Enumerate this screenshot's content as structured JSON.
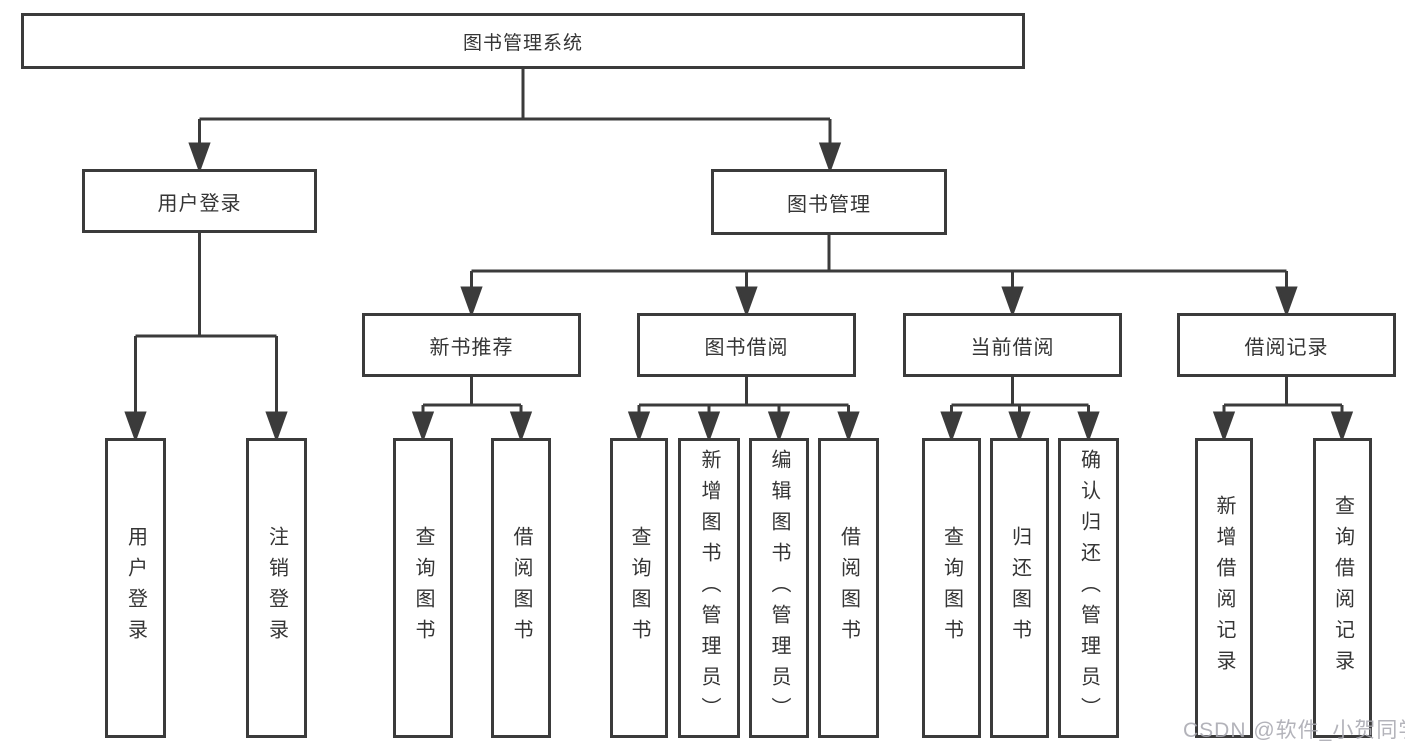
{
  "tree": {
    "label": "图书管理系统",
    "children": [
      {
        "label": "用户登录",
        "children": [
          {
            "label": "用户登录"
          },
          {
            "label": "注销登录"
          }
        ]
      },
      {
        "label": "图书管理",
        "children": [
          {
            "label": "新书推荐",
            "children": [
              {
                "label": "查询图书"
              },
              {
                "label": "借阅图书"
              }
            ]
          },
          {
            "label": "图书借阅",
            "children": [
              {
                "label": "查询图书"
              },
              {
                "label": "新增图书（管理员）"
              },
              {
                "label": "编辑图书（管理员）"
              },
              {
                "label": "借阅图书"
              }
            ]
          },
          {
            "label": "当前借阅",
            "children": [
              {
                "label": "查询图书"
              },
              {
                "label": "归还图书"
              },
              {
                "label": "确认归还（管理员）"
              }
            ]
          },
          {
            "label": "借阅记录",
            "children": [
              {
                "label": "新增借阅记录"
              },
              {
                "label": "查询借阅记录"
              }
            ]
          }
        ]
      }
    ]
  },
  "watermark": {
    "text": "CSDN @软件_小贺同学"
  },
  "colors": {
    "line": "#3b3b3b",
    "text": "#353535",
    "background": "#ffffff",
    "watermark": "#a8a8b0"
  }
}
